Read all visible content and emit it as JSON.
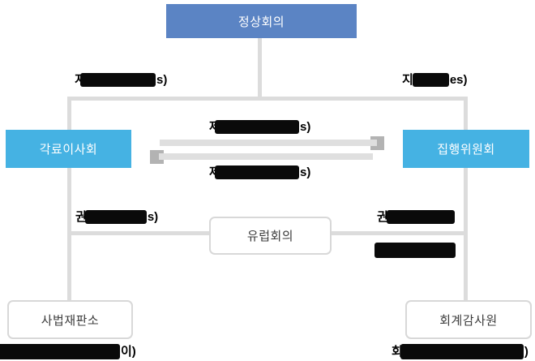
{
  "diagram": {
    "description_visible_only": "organization chart with redacted (blacked-out) edge labels",
    "nodes": {
      "summit": {
        "label": "정상회의"
      },
      "council": {
        "label": "각료이사회"
      },
      "commission": {
        "label": "집행위원회"
      },
      "assembly": {
        "label": "유럽회의"
      },
      "court_justice": {
        "label": "사법재판소"
      },
      "court_auditors": {
        "label": "회계감사원"
      }
    },
    "edge_labels": {
      "top_left": {
        "prefix": "지",
        "suffix": "s)",
        "redacted": true
      },
      "top_right": {
        "prefix": "지",
        "suffix": "es)",
        "redacted": true
      },
      "mid_top": {
        "prefix": "제",
        "suffix": "s)",
        "redacted": true
      },
      "mid_bottom": {
        "prefix": "제",
        "suffix": "s)",
        "redacted": true
      },
      "left_mid": {
        "prefix": "권",
        "suffix": "s)",
        "redacted": true
      },
      "right_mid_1": {
        "prefix": "권",
        "suffix": "",
        "redacted": true
      },
      "right_mid_2": {
        "prefix": "",
        "suffix": "",
        "redacted": true
      },
      "bottom_left": {
        "prefix": "",
        "suffix": "이)",
        "redacted": true
      },
      "bottom_right": {
        "prefix": "회",
        "suffix": ")",
        "redacted": true
      }
    },
    "arrows": [
      {
        "between": "council-commission",
        "direction": "right"
      },
      {
        "between": "council-commission",
        "direction": "left"
      }
    ]
  },
  "colors": {
    "summit_blue": "#5b84c4",
    "box_blue": "#45b2e3",
    "line_gray": "#dcdcdc",
    "arrow_shaft": "#dfdfdf",
    "arrow_head": "#b3b3b3",
    "redaction_black": "#0a0a0a",
    "white_node_border": "#d8d8d8",
    "text_dark": "#3c3c3c"
  }
}
